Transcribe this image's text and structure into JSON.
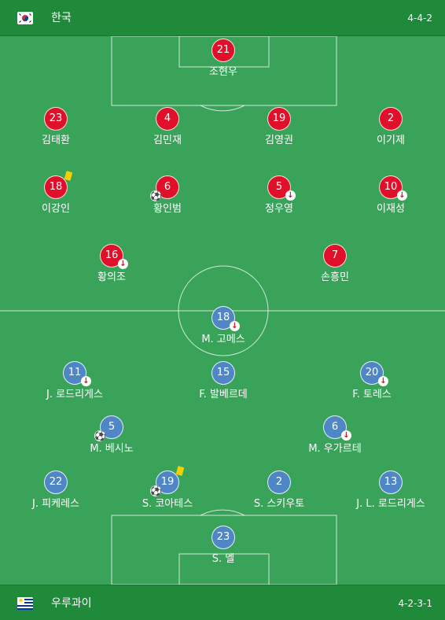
{
  "home": {
    "name": "한국",
    "formation": "4-4-2",
    "flag": "south-korea-flag-icon",
    "players": [
      {
        "number": "21",
        "name": "조현우",
        "sub": false,
        "goal": false,
        "card": false
      },
      {
        "number": "23",
        "name": "김태환",
        "sub": false,
        "goal": false,
        "card": false
      },
      {
        "number": "4",
        "name": "김민재",
        "sub": false,
        "goal": false,
        "card": false
      },
      {
        "number": "19",
        "name": "김영권",
        "sub": false,
        "goal": false,
        "card": false
      },
      {
        "number": "2",
        "name": "이기제",
        "sub": false,
        "goal": false,
        "card": false
      },
      {
        "number": "18",
        "name": "이강인",
        "sub": false,
        "goal": false,
        "card": true
      },
      {
        "number": "6",
        "name": "황인범",
        "sub": false,
        "goal": true,
        "card": false
      },
      {
        "number": "5",
        "name": "정우영",
        "sub": true,
        "goal": false,
        "card": false
      },
      {
        "number": "10",
        "name": "이재성",
        "sub": true,
        "goal": false,
        "card": false
      },
      {
        "number": "16",
        "name": "황의조",
        "sub": true,
        "goal": false,
        "card": false
      },
      {
        "number": "7",
        "name": "손흥민",
        "sub": false,
        "goal": false,
        "card": false
      }
    ]
  },
  "away": {
    "name": "우루과이",
    "formation": "4-2-3-1",
    "flag": "uruguay-flag-icon",
    "players": [
      {
        "number": "18",
        "name": "M. 고메스",
        "sub": true,
        "goal": false,
        "card": false
      },
      {
        "number": "11",
        "name": "J. 로드리게스",
        "sub": true,
        "goal": false,
        "card": false
      },
      {
        "number": "15",
        "name": "F. 발베르데",
        "sub": false,
        "goal": false,
        "card": false
      },
      {
        "number": "20",
        "name": "F. 토레스",
        "sub": true,
        "goal": false,
        "card": false
      },
      {
        "number": "5",
        "name": "M. 베시노",
        "sub": false,
        "goal": true,
        "card": false
      },
      {
        "number": "6",
        "name": "M. 우가르테",
        "sub": true,
        "goal": false,
        "card": false
      },
      {
        "number": "22",
        "name": "J. 피케레스",
        "sub": false,
        "goal": false,
        "card": false
      },
      {
        "number": "19",
        "name": "S. 코아테스",
        "sub": false,
        "goal": true,
        "card": true
      },
      {
        "number": "2",
        "name": "S. 스키우토",
        "sub": false,
        "goal": false,
        "card": false
      },
      {
        "number": "13",
        "name": "J. L. 로드리게스",
        "sub": false,
        "goal": false,
        "card": false
      },
      {
        "number": "23",
        "name": "S. 멜",
        "sub": false,
        "goal": false,
        "card": false
      }
    ]
  },
  "icons": {
    "substitution": "substitution-out-icon",
    "goal": "soccer-ball-icon",
    "yellow_card": "yellow-card-icon"
  },
  "colors": {
    "pitch": "#3aa35a",
    "header": "#1f8a3a",
    "home_player": "#e0102a",
    "away_player": "#4f86c6",
    "yellow_card": "#f5d000"
  }
}
